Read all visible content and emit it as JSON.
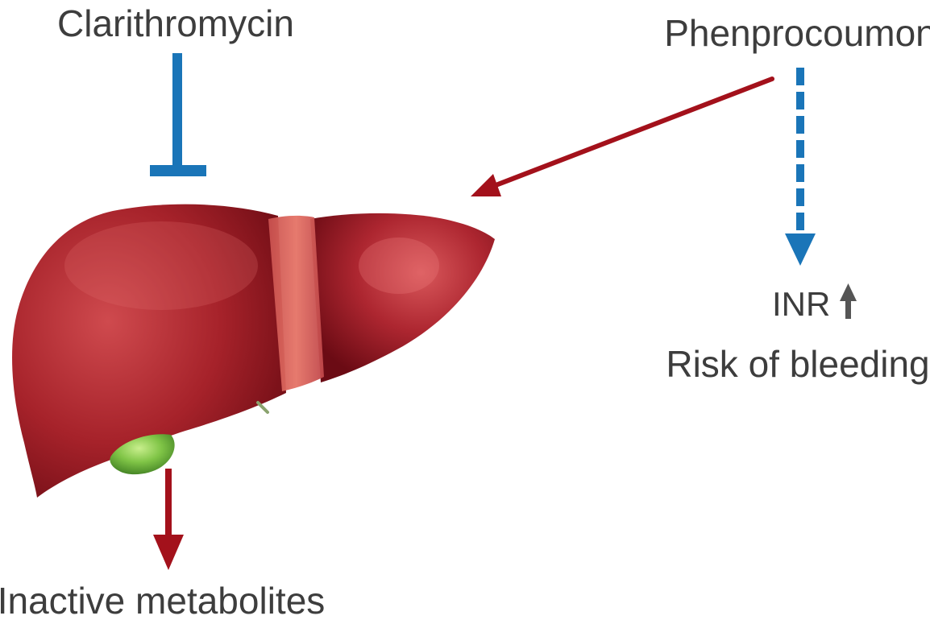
{
  "labels": {
    "clarithromycin": "Clarithromycin",
    "phenprocoumon": "Phenprocoumon",
    "inr": "INR",
    "risk": "Risk of bleeding",
    "inactive": "Inactive metabolites"
  },
  "icons": {
    "liver": "liver-illustration",
    "gallbladder": "gallbladder",
    "inhibition": "inhibition-t-bar",
    "inr_up": "arrow-up-icon"
  },
  "colors": {
    "inhibition": "#1a75b8",
    "metabolism_arrow": "#a3111b",
    "dashed_arrow": "#1a75b8",
    "inr_arrow": "#555555",
    "liver": "#9c1c24",
    "gallbladder": "#6cbf3c",
    "text": "#3d3d3d"
  }
}
